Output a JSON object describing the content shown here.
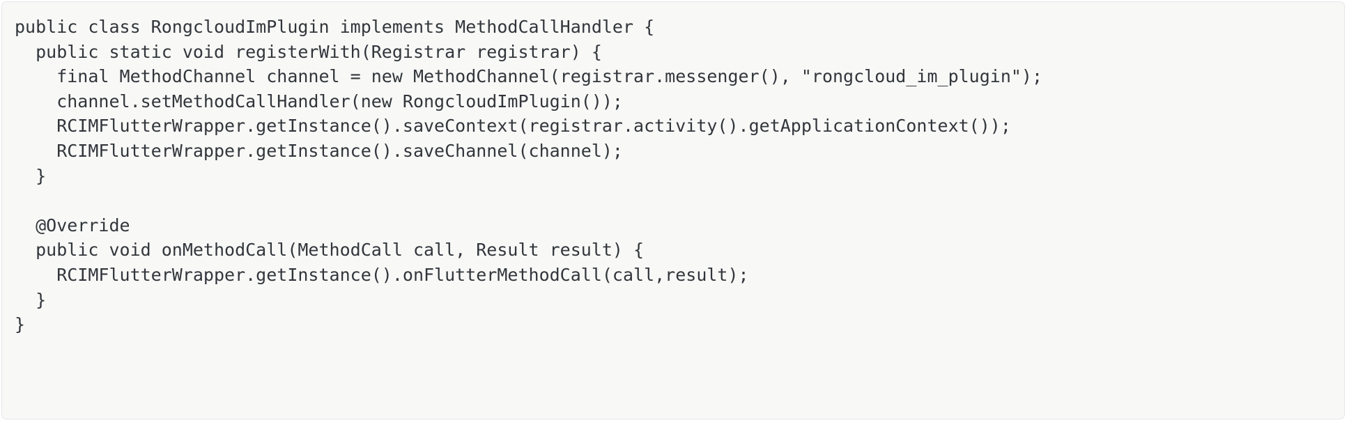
{
  "code_block": {
    "language": "java",
    "background_color": "#f8f8f7",
    "border_color": "#e3e7ea",
    "text_color": "#32363b",
    "lines": [
      "public class RongcloudImPlugin implements MethodCallHandler {",
      "  public static void registerWith(Registrar registrar) {",
      "    final MethodChannel channel = new MethodChannel(registrar.messenger(), \"rongcloud_im_plugin\");",
      "    channel.setMethodCallHandler(new RongcloudImPlugin());",
      "    RCIMFlutterWrapper.getInstance().saveContext(registrar.activity().getApplicationContext());",
      "    RCIMFlutterWrapper.getInstance().saveChannel(channel);",
      "  }",
      "",
      "  @Override",
      "  public void onMethodCall(MethodCall call, Result result) {",
      "    RCIMFlutterWrapper.getInstance().onFlutterMethodCall(call,result);",
      "  }",
      "}"
    ]
  }
}
